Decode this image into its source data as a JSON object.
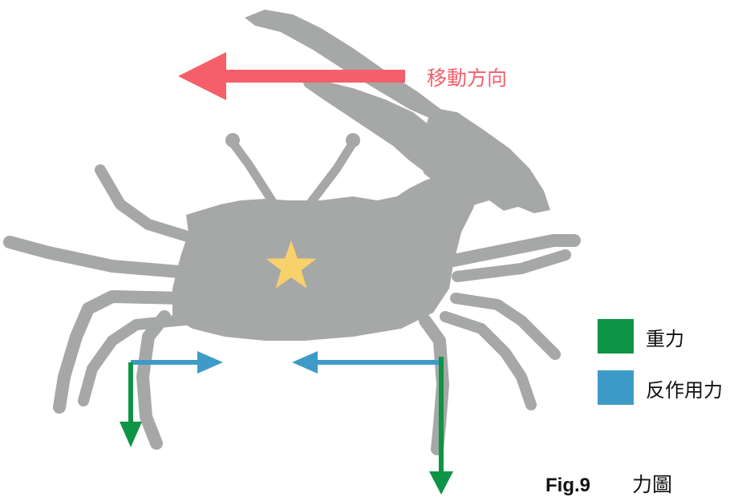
{
  "diagram": {
    "motion_label": "移動方向",
    "legend": [
      {
        "label": "重力",
        "swatch": "green-square"
      },
      {
        "label": "反作用力",
        "swatch": "blue-square"
      }
    ],
    "caption": {
      "figure": "Fig.9",
      "title": "力圖"
    }
  },
  "colors": {
    "crab": "#a6a8a7",
    "motion_arrow": "#f45f6a",
    "star": "#f9d16a",
    "gravity": "#0e9446",
    "reaction": "#3e9bc7",
    "text": "#111111"
  },
  "icons": {
    "crab": "crab-silhouette-icon",
    "center_of_mass": "star-icon",
    "motion": "arrow-left-icon",
    "gravity": "arrow-down-icon",
    "reaction": "arrow-horizontal-icon"
  }
}
